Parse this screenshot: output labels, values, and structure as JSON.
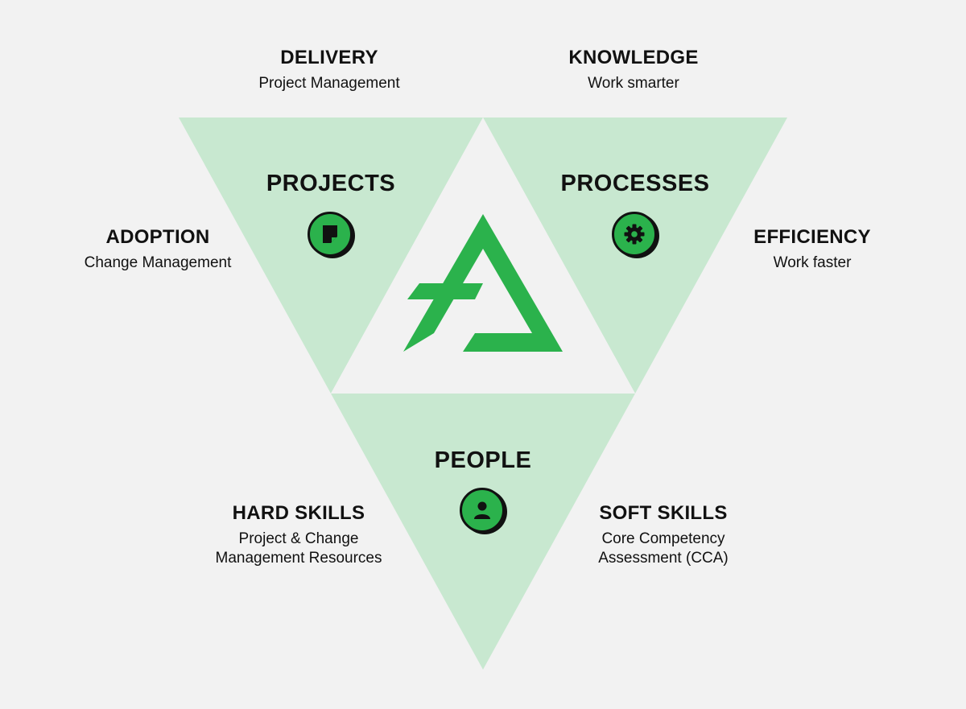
{
  "colors": {
    "background": "#f2f2f2",
    "triangle_fill": "#c8e8d0",
    "accent": "#2bb24c",
    "text": "#111111"
  },
  "triangles": {
    "projects": {
      "title": "PROJECTS",
      "icon": "document-icon"
    },
    "processes": {
      "title": "PROCESSES",
      "icon": "gear-icon"
    },
    "people": {
      "title": "PEOPLE",
      "icon": "person-icon"
    }
  },
  "labels": {
    "delivery": {
      "head": "DELIVERY",
      "sub": "Project Management"
    },
    "knowledge": {
      "head": "KNOWLEDGE",
      "sub": "Work smarter"
    },
    "adoption": {
      "head": "ADOPTION",
      "sub": "Change Management"
    },
    "efficiency": {
      "head": "EFFICIENCY",
      "sub": "Work faster"
    },
    "hard_skills": {
      "head": "HARD SKILLS",
      "sub_line1": "Project & Change",
      "sub_line2": "Management Resources"
    },
    "soft_skills": {
      "head": "SOFT SKILLS",
      "sub_line1": "Core Competency",
      "sub_line2": "Assessment (CCA)"
    }
  },
  "center_logo": {
    "icon": "brand-logo-icon"
  }
}
